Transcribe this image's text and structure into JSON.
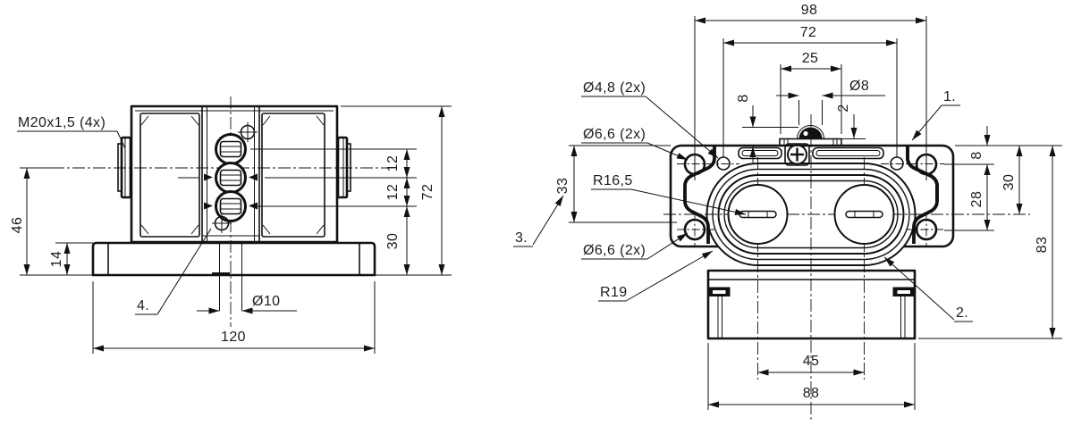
{
  "drawing": {
    "ink": "#111111",
    "background": "#ffffff",
    "front_view": {
      "m20_label": "M20x1,5 (4x)",
      "callout_4": "4.",
      "dim_46": "46",
      "dim_14": "14",
      "dim_12_a": "12",
      "dim_12_b": "12",
      "dim_30": "30",
      "dim_72": "72",
      "dim_d10": "Ø10",
      "dim_120": "120"
    },
    "top_view": {
      "dim_98": "98",
      "dim_72": "72",
      "dim_25": "25",
      "dim_d8": "Ø8",
      "dim_8_top": "8",
      "dim_2": "2",
      "callout_1": "1.",
      "callout_2": "2.",
      "callout_3": "3.",
      "label_d48": "Ø4,8 (2x)",
      "label_d66_top": "Ø6,6 (2x)",
      "label_d66_bottom": "Ø6,6 (2x)",
      "label_r165": "R16,5",
      "label_r19": "R19",
      "dim_33": "33",
      "dim_8_right": "8",
      "dim_28": "28",
      "dim_30": "30",
      "dim_83": "83",
      "dim_45": "45",
      "dim_88": "88"
    }
  }
}
